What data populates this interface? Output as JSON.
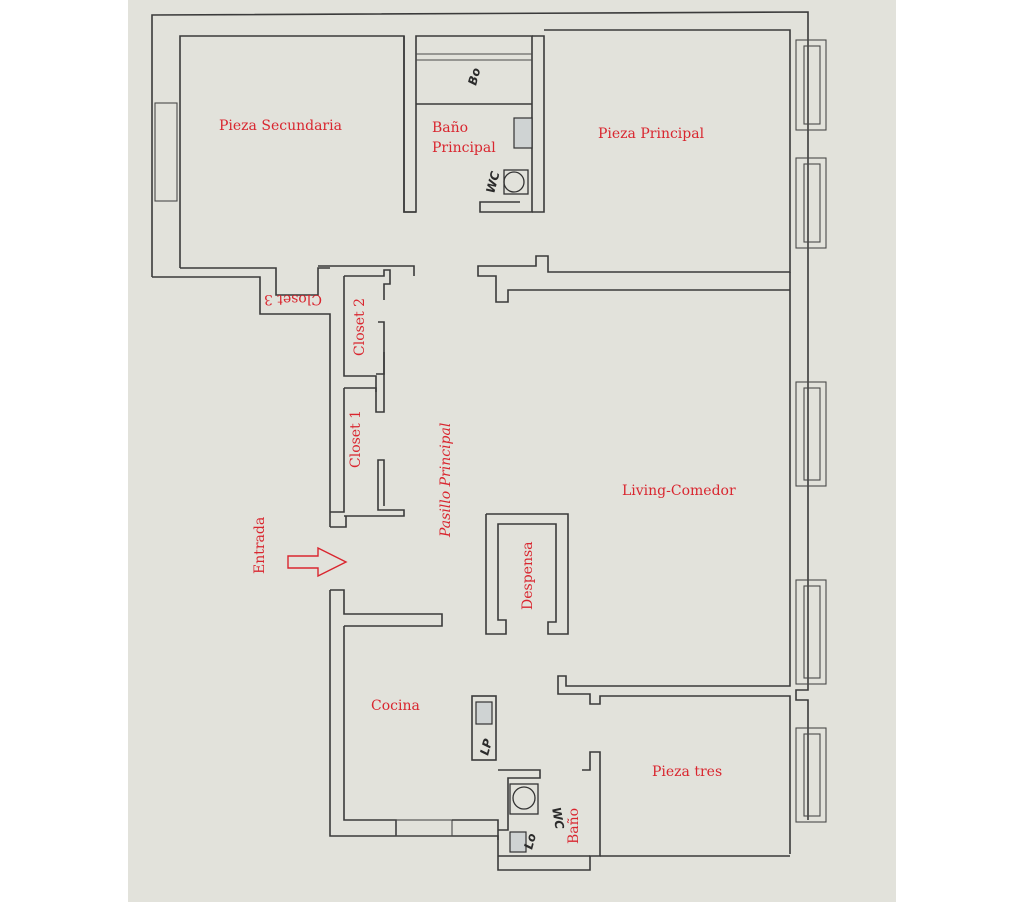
{
  "rooms": {
    "pieza_secundaria": "Pieza Secundaria",
    "bano_principal_line1": "Baño",
    "bano_principal_line2": "Principal",
    "pieza_principal": "Pieza Principal",
    "closet_3": "Closet 3",
    "closet_2": "Closet 2",
    "closet_1": "Closet 1",
    "pasillo_principal": "Pasillo Principal",
    "living_comedor": "Living-Comedor",
    "entrada": "Entrada",
    "despensa": "Despensa",
    "cocina": "Cocina",
    "pieza_tres": "Pieza tres",
    "bano": "Baño"
  },
  "fixtures": {
    "bodega": "Bo",
    "wc_main": "WC",
    "wc_small": "WC",
    "lavaplatos": "LP",
    "lavamanos": "Lo"
  },
  "colors": {
    "label_red": "#d9262f",
    "paper": "#e2e2db",
    "wall": "#3b3b3b"
  },
  "icons": {
    "entrance": "arrow-right-icon"
  }
}
